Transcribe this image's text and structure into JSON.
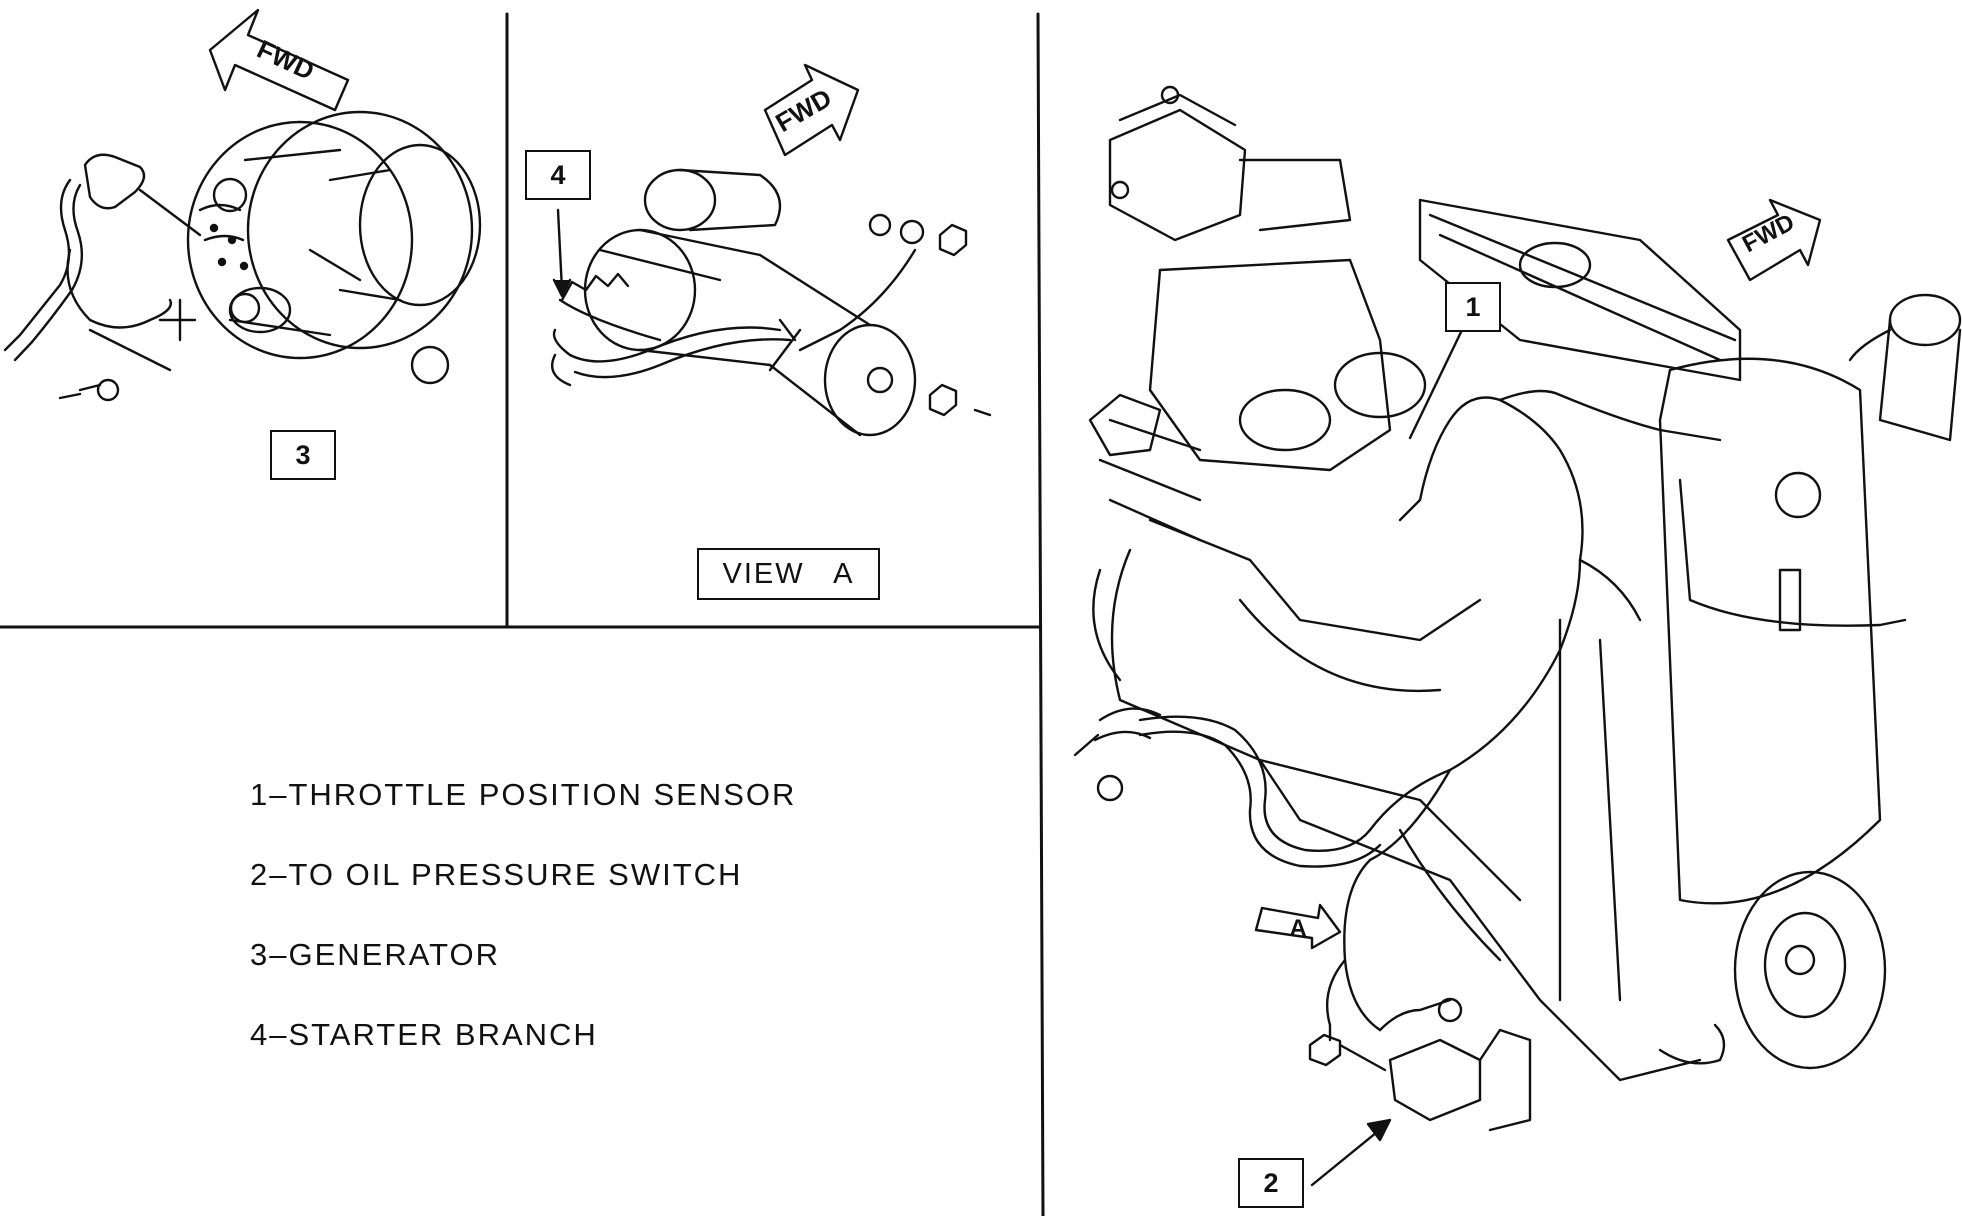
{
  "callouts": {
    "c1": "1",
    "c2": "2",
    "c3": "3",
    "c4": "4"
  },
  "view_label": "VIEW   A",
  "fwd_arrows": {
    "generator": "FWD",
    "starter": "FWD",
    "engine": "FWD"
  },
  "view_arrow": "A",
  "legend": [
    "1–THROTTLE POSITION SENSOR",
    "2–TO OIL PRESSURE SWITCH",
    "3–GENERATOR",
    "4–STARTER BRANCH"
  ]
}
